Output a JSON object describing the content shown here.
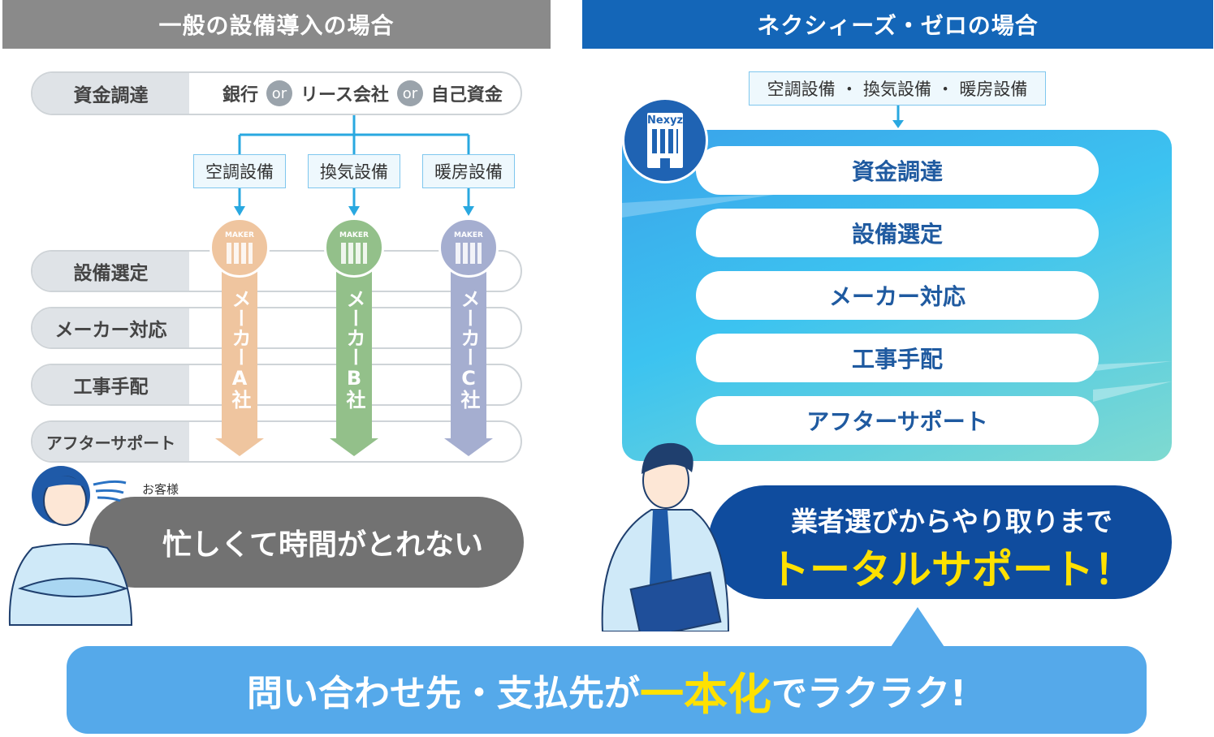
{
  "left": {
    "header": "一般の設備導入の場合",
    "funding": {
      "label": "資金調達",
      "opt1": "銀行",
      "or": "or",
      "opt2": "リース会社",
      "opt3": "自己資金"
    },
    "categories": [
      "空調設備",
      "換気設備",
      "暖房設備"
    ],
    "rows": [
      "設備選定",
      "メーカー対応",
      "工事手配",
      "アフターサポート"
    ],
    "maker_badge": "MAKER",
    "makers": [
      "メーカーA社",
      "メーカーB社",
      "メーカーC社"
    ],
    "client_label": "お客様",
    "busy": "忙しくて時間がとれない"
  },
  "right": {
    "header": "ネクシィーズ・ゼロの場合",
    "equipment": "空調設備 ・ 換気設備 ・ 暖房設備",
    "logo": "Nexyz",
    "services": [
      "資金調達",
      "設備選定",
      "メーカー対応",
      "工事手配",
      "アフターサポート"
    ],
    "support_line1": "業者選びからやり取りまで",
    "support_line2": "トータルサポート！"
  },
  "bottom": {
    "pre": "問い合わせ先・支払先が",
    "highlight": "一本化",
    "post": "でラクラク!"
  },
  "colors": {
    "left_header": "#8a8a8a",
    "right_header": "#1466b8",
    "maker_a": "#efc59f",
    "maker_b": "#93c08a",
    "maker_c": "#a5aed0",
    "highlight": "#ffe100",
    "bottom_bar": "#55a9ea",
    "support": "#0f4c9e"
  }
}
